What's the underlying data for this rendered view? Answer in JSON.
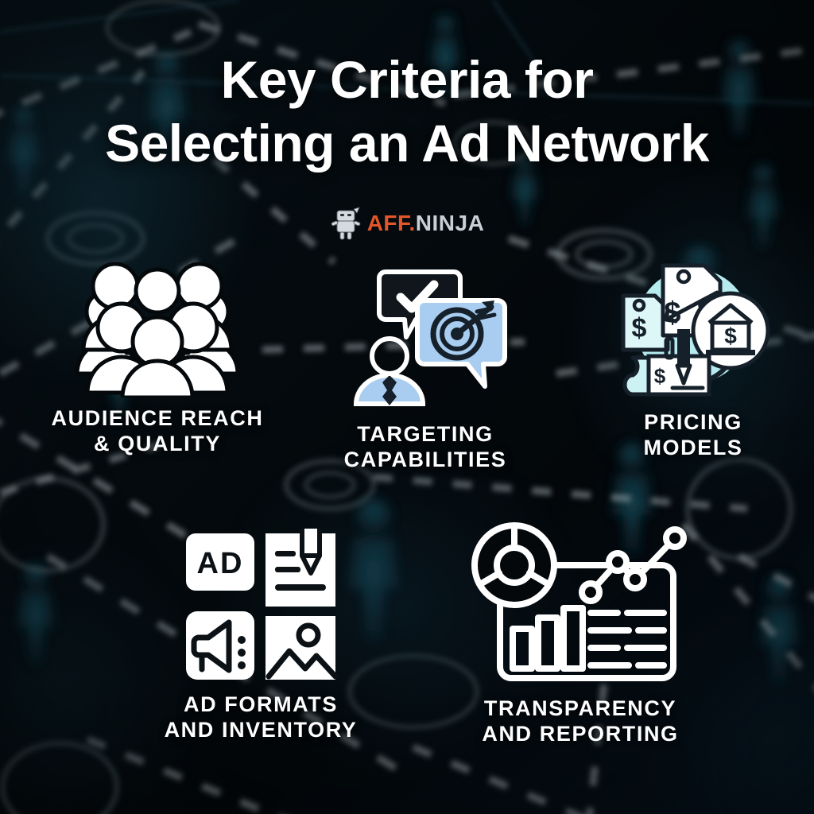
{
  "poster": {
    "title_lines": [
      "Key Criteria for",
      "Selecting an Ad Network"
    ],
    "background_style": "dark network mesh with dashed connector lines and faint human silhouettes",
    "colors": {
      "background": "#04080b",
      "background_accent": "#123a4c",
      "title": "#ffffff",
      "label": "#ffffff",
      "icon_white": "#ffffff",
      "icon_light_blue": "#a8cdf0",
      "icon_cyan": "#b6ecef",
      "brand_orange": "#e2562a",
      "brand_grey": "#c9cfd4",
      "dash_line": "#9aa4a8"
    }
  },
  "brand": {
    "mark": "ninja-icon",
    "name_primary": "AFF",
    "separator": ".",
    "name_secondary": "NINJA"
  },
  "criteria": [
    {
      "id": "audience",
      "icon": "group-of-people-icon",
      "label_lines": [
        "AUDIENCE REACH",
        "& QUALITY"
      ]
    },
    {
      "id": "targeting",
      "icon": "person-with-target-speech-bubble-icon",
      "label_lines": [
        "TARGETING",
        "CAPABILITIES"
      ]
    },
    {
      "id": "pricing",
      "icon": "price-tags-bank-check-icon",
      "label_lines": [
        "PRICING",
        "MODELS"
      ]
    },
    {
      "id": "formats",
      "icon": "ad-formats-grid-icon",
      "label_lines": [
        "AD FORMATS",
        "AND INVENTORY"
      ]
    },
    {
      "id": "reporting",
      "icon": "analytics-dashboard-icon",
      "label_lines": [
        "TRANSPARENCY",
        "AND REPORTING"
      ]
    }
  ],
  "icon_details": {
    "formats_tiles": [
      "AD",
      "document-with-pencil-icon",
      "megaphone-icon",
      "image-photo-icon"
    ],
    "ad_tile_text": "AD",
    "reporting_parts": [
      "donut-chart",
      "bar-chart",
      "line-chart-with-nodes",
      "text-lines"
    ],
    "pricing_parts": [
      "price-tag-dollar",
      "price-tag-dollar-crossed",
      "bank-building-dollar",
      "cheque-with-pen"
    ],
    "targeting_parts": [
      "person-avatar-with-tie",
      "checkmark-speech-bubble",
      "target-dartboard-speech-bubble"
    ]
  }
}
